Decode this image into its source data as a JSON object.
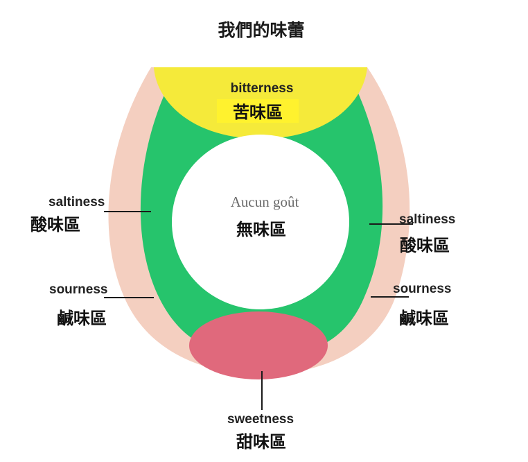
{
  "title": "我們的味蕾",
  "regions": {
    "bitter": {
      "en": "bitterness",
      "zh": "苦味區"
    },
    "center": {
      "en": "Aucun goût",
      "zh": "無味區"
    },
    "left_upper": {
      "en": "saltiness",
      "zh": "酸味區"
    },
    "left_lower": {
      "en": "sourness",
      "zh": "鹹味區"
    },
    "right_upper": {
      "en": "saltiness",
      "zh": "酸味區"
    },
    "right_lower": {
      "en": "sourness",
      "zh": "鹹味區"
    },
    "sweet": {
      "en": "sweetness",
      "zh": "甜味區"
    }
  },
  "colors": {
    "outer_edge": "#f4cfc0",
    "side_zone": "#26c46c",
    "bitter_zone": "#f5ea3a",
    "bitter_label_bg": "#fff22e",
    "center_zone": "#ffffff",
    "sweet_zone": "#e0697c"
  }
}
